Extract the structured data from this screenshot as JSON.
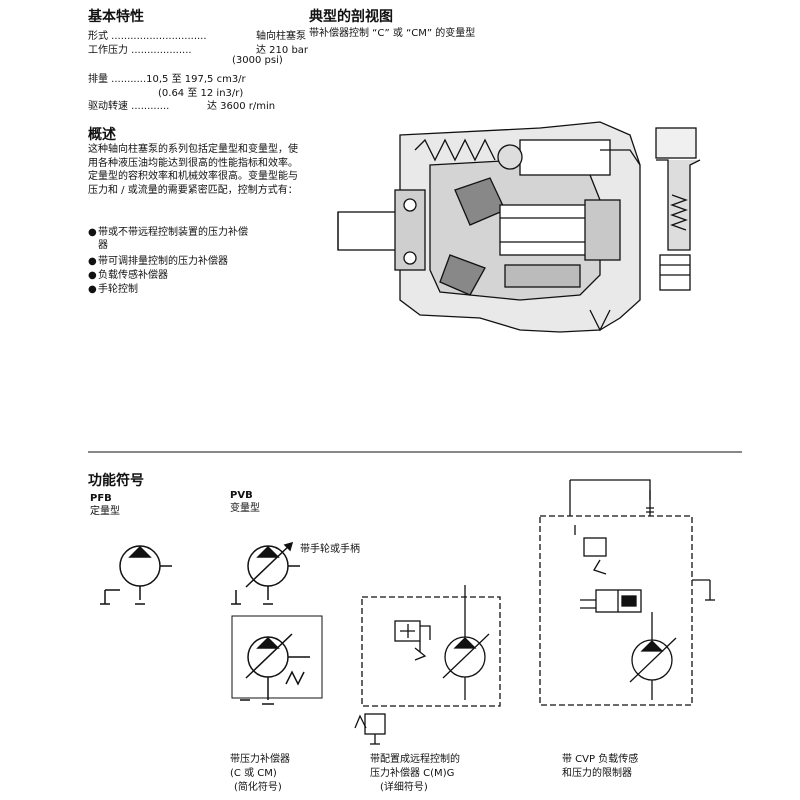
{
  "specs": {
    "title": "基本特性",
    "rows": [
      {
        "label": "形式",
        "dots": " ..............................",
        "value": "轴向柱塞泵"
      },
      {
        "label": "工作压力",
        "dots": " ...................",
        "value": "达  210 bar"
      },
      {
        "label": "",
        "dots": "",
        "value": "(3000 psi)"
      },
      {
        "label": "排量",
        "dots": " ...........",
        "value": "10,5  至  197,5 cm3/r"
      },
      {
        "label": "",
        "dots": "",
        "value": "(0.64  至  12 in3/r)"
      },
      {
        "label": "驱动转速",
        "dots": " ............",
        "value": "达  3600 r/min"
      }
    ]
  },
  "overview": {
    "title": "概述",
    "paragraph": "这种轴向柱塞泵的系列包括定量型和变量型，使用各种液压油均能达到很高的性能指标和效率。定量型的容积效率和机械效率很高。变量型能与压力和 / 或流量的需要紧密匹配，控制方式有：",
    "bullets": [
      "带或不带远程控制装置的压力补偿器",
      "带可调排量控制的压力补偿器",
      "负载传感补偿器",
      "手轮控制"
    ]
  },
  "section": {
    "title": "典型的剖视图",
    "subtitle": "带补偿器控制 “C” 或 “CM” 的变量型"
  },
  "symbols": {
    "title": "功能符号",
    "pfb": {
      "code": "PFB",
      "name": "定量型"
    },
    "pvb": {
      "code": "PVB",
      "name": "变量型",
      "handwheel": "带手轮或手柄"
    },
    "c_cm": {
      "line1": "带压力补偿器",
      "line2": "(C  或  CM)",
      "line3": "(简化符号)"
    },
    "cmg": {
      "line1": "带配置成远程控制的",
      "line2": "压力补偿器  C(M)G",
      "line3": "(详细符号)"
    },
    "cvp": {
      "line1": "带  CVP 负载传感",
      "line2": "和压力的限制器"
    }
  }
}
